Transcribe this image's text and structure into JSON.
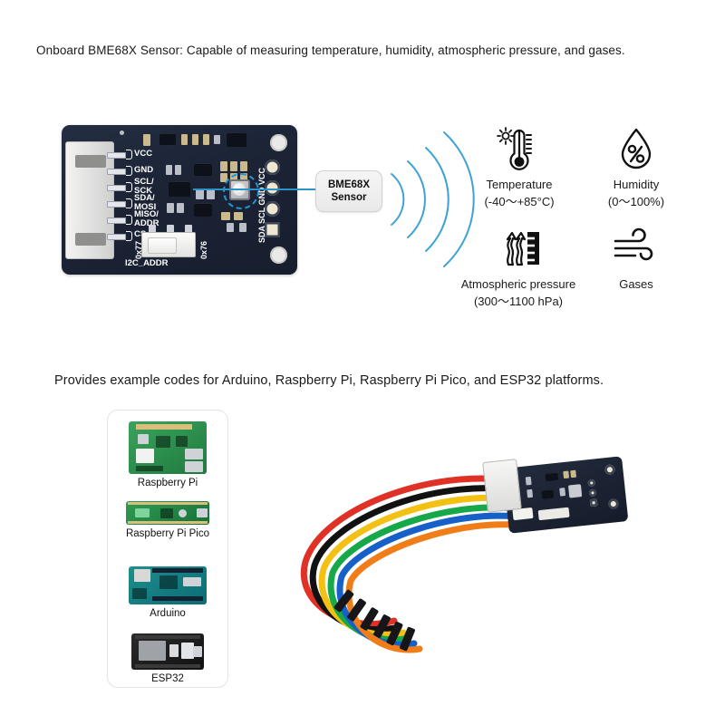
{
  "headings": {
    "sensor_feature": "Onboard BME68X Sensor: Capable of measuring temperature, humidity, atmospheric pressure, and gases.",
    "platform_feature": "Provides example codes for Arduino, Raspberry Pi, Raspberry Pi Pico, and ESP32 platforms."
  },
  "callout": {
    "line1": "BME68X",
    "line2": "Sensor"
  },
  "board": {
    "left_pins": [
      "VCC",
      "GND",
      "SCL/",
      "SCK",
      "SDA/",
      "MOSI",
      "MISO/",
      "ADDR",
      "CS"
    ],
    "left_pin_groups": [
      {
        "top": "VCC",
        "bottom": ""
      },
      {
        "top": "GND",
        "bottom": ""
      },
      {
        "top": "SCL/",
        "bottom": "SCK"
      },
      {
        "top": "SDA/",
        "bottom": "MOSI"
      },
      {
        "top": "MISO/",
        "bottom": "ADDR"
      },
      {
        "top": "CS",
        "bottom": ""
      }
    ],
    "right_pads_label": "SDA SCL GND VCC",
    "addr_switch": {
      "label": "I2C_ADDR",
      "left_value": "0x77",
      "right_value": "0x76"
    }
  },
  "capabilities": [
    {
      "id": "temperature",
      "icon": "thermometer-icon",
      "name": "Temperature",
      "range": "(-40〜+85°C)"
    },
    {
      "id": "humidity",
      "icon": "water-droplet-percent-icon",
      "name": "Humidity",
      "range": "(0〜100%)"
    },
    {
      "id": "pressure",
      "icon": "pressure-gauge-icon",
      "name": "Atmospheric pressure",
      "range": "(300〜1100 hPa)"
    },
    {
      "id": "gases",
      "icon": "wind-gas-icon",
      "name": "Gases",
      "range": ""
    }
  ],
  "platforms": [
    {
      "id": "raspberry-pi",
      "label": "Raspberry Pi"
    },
    {
      "id": "raspberry-pi-pico",
      "label": "Raspberry Pi Pico"
    },
    {
      "id": "arduino",
      "label": "Arduino"
    },
    {
      "id": "esp32",
      "label": "ESP32"
    }
  ],
  "cable": {
    "wire_colors": [
      "#e03127",
      "#111111",
      "#f2c114",
      "#17a84a",
      "#1660c8",
      "#f07d18"
    ]
  },
  "colors": {
    "pcb": "#1b2335",
    "accent_blue": "#2b93c9",
    "arc_blue": "#3fa2d4",
    "panel_border": "#e3e3e3",
    "text": "#1a1a1a"
  }
}
